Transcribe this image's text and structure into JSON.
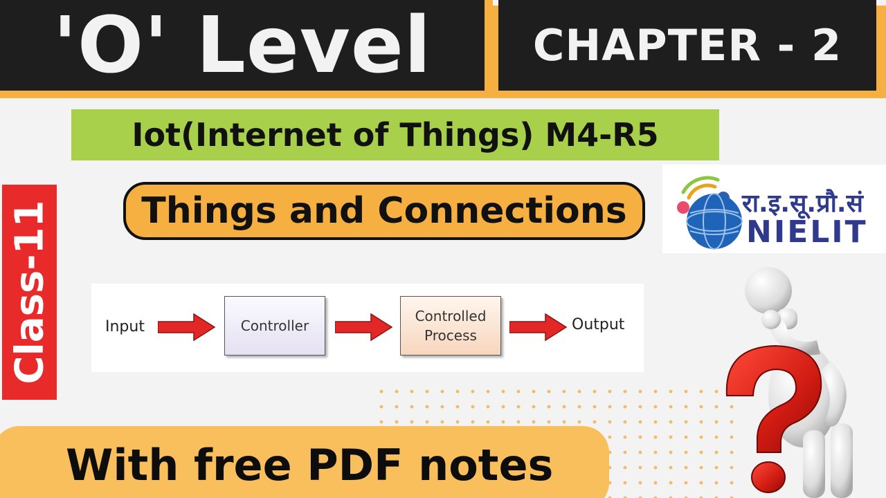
{
  "header": {
    "title": "'O' Level",
    "chapter": "CHAPTER - 2"
  },
  "subtitle": "Iot(Internet of Things) M4-R5",
  "topic": "Things and Connections",
  "class_label": "Class-11",
  "logo": {
    "hindi": "रा.इ.सू.प्रौ.सं",
    "name": "NIELIT"
  },
  "diagram": {
    "input": "Input",
    "controller": "Controller",
    "process_line1": "Controlled",
    "process_line2": "Process",
    "output": "Output"
  },
  "footer": "With free PDF notes",
  "colors": {
    "banner_dark": "#1e1e1e",
    "accent_orange": "#f6b042",
    "subtitle_green": "#a8d04a",
    "class_red": "#e82b2a",
    "arrow_red": "#e32626",
    "logo_blue": "#2f3a8f"
  },
  "icons": {
    "figure": "thinking-person-question-mark-icon",
    "logo": "nielit-globe-icon"
  }
}
